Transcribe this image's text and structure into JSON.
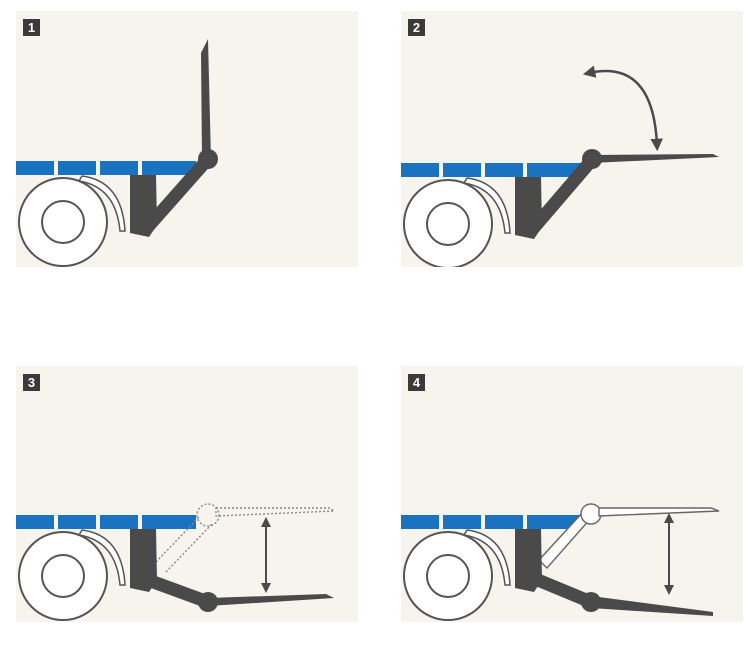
{
  "panels": [
    {
      "id": "panel-1",
      "label": "1"
    },
    {
      "id": "panel-2",
      "label": "2"
    },
    {
      "id": "panel-3",
      "label": "3"
    },
    {
      "id": "panel-4",
      "label": "4"
    }
  ],
  "colors": {
    "panel_background": "#f7f4ee",
    "platform_blue": "#1a73c0",
    "liftgate_gray": "#4a4a4a",
    "badge_background": "#3a3a3a"
  }
}
